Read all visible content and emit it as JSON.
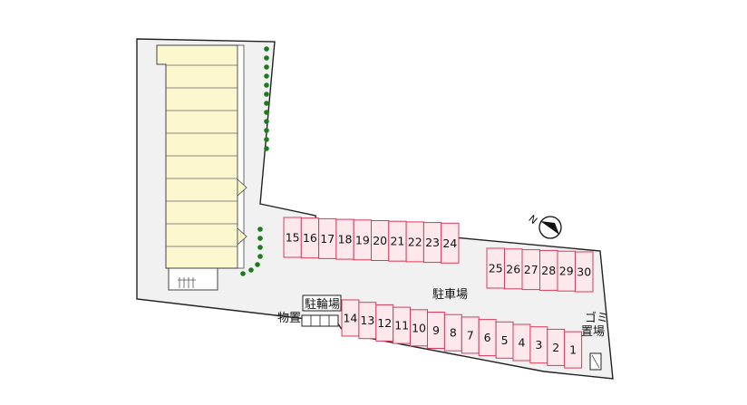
{
  "labels": {
    "parking": "駐車場",
    "bicycle_parking": "駐輪場",
    "storage": "物置",
    "garbage_line1": "ゴミ",
    "garbage_line2": "置場"
  },
  "north_mark": "N",
  "colors": {
    "lot_fill": "#f1f1f1",
    "lot_stroke": "#222222",
    "building_fill": "#fbf7cf",
    "stall_fill": "#fde8ec",
    "stall_stroke": "#d93b5c",
    "tree": "#1f7a1f"
  },
  "stalls": {
    "row_upper_left": [
      "15",
      "16",
      "17",
      "18",
      "19",
      "20",
      "21",
      "22",
      "23",
      "24"
    ],
    "row_upper_right": [
      "25",
      "26",
      "27",
      "28",
      "29",
      "30"
    ],
    "row_lower": [
      "14",
      "13",
      "12",
      "11",
      "10",
      "9",
      "8",
      "7",
      "6",
      "5",
      "4",
      "3",
      "2",
      "1"
    ]
  }
}
